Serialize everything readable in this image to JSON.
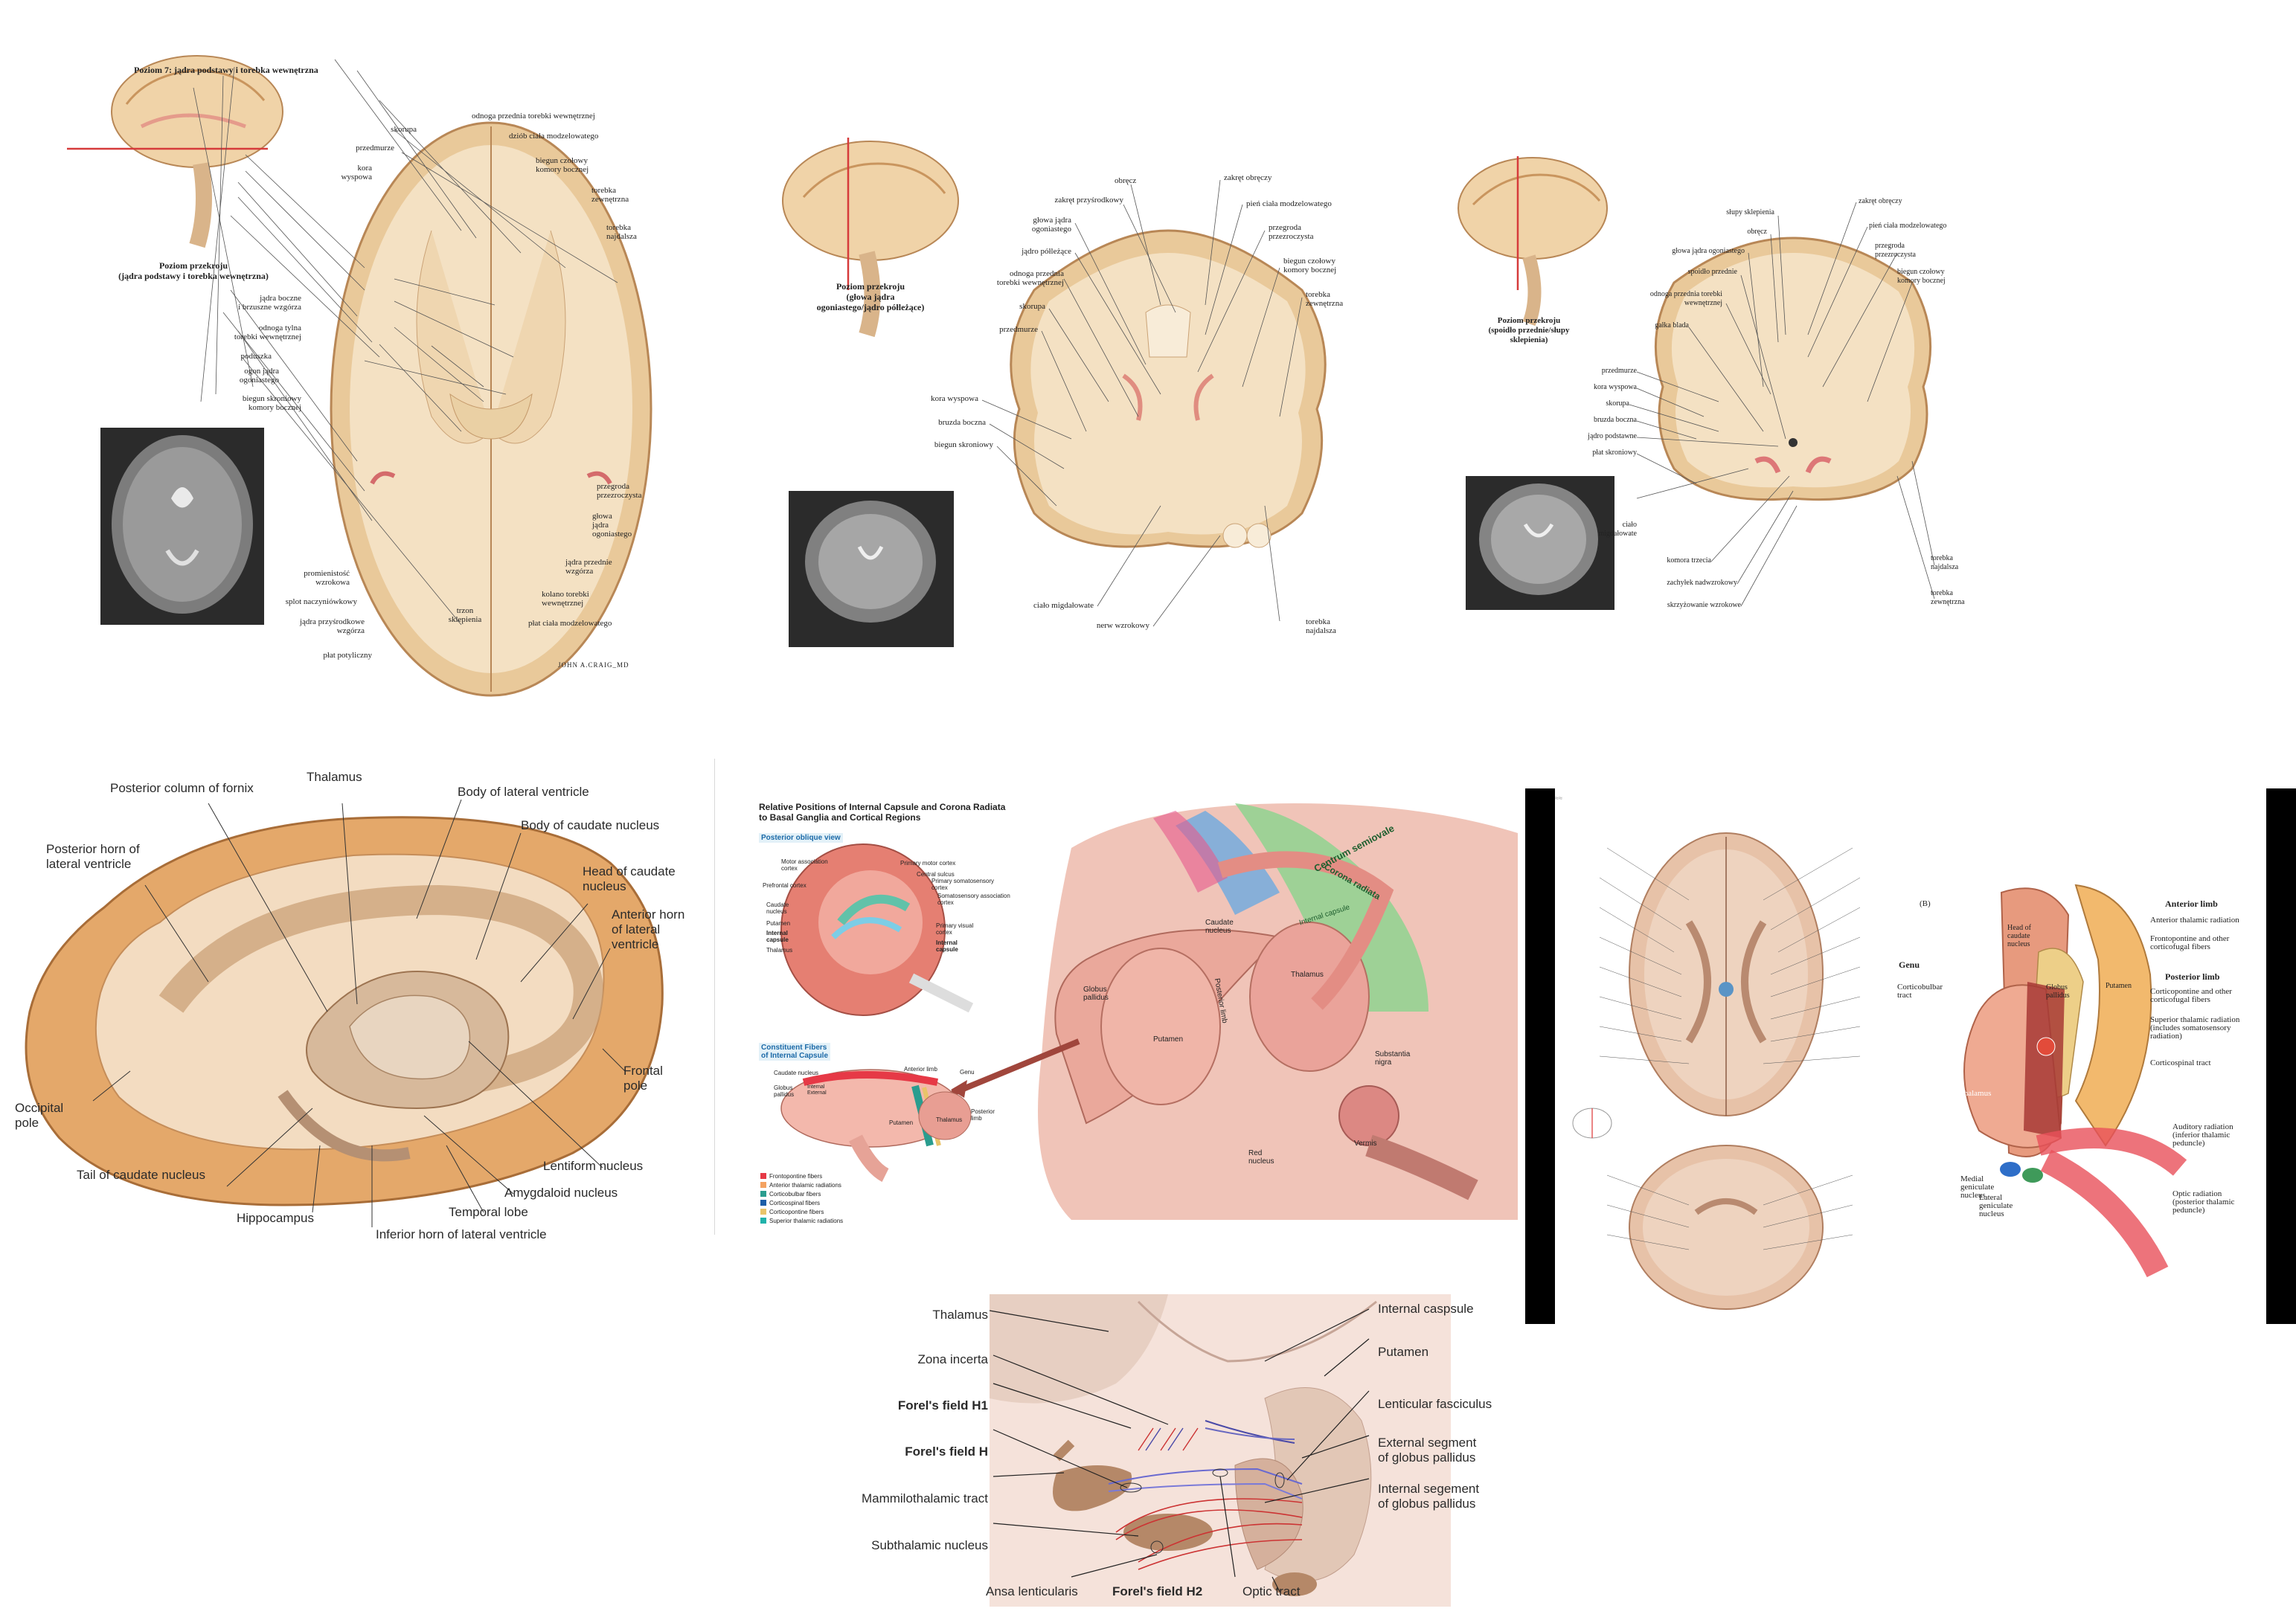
{
  "panel1": {
    "title": "Poziom 7: jądra podstawy i torebka wewnętrzna",
    "caption": "Poziom przekroju\n(jądra podstawy i torebka wewnętrzna)",
    "signature": "JOHN A.CRAIG_MD",
    "labels": [
      "skorupa",
      "przedmurze",
      "kora\nwyspowa",
      "jądra boczne\ni brzuszne wzgórza",
      "odnoga tylna\ntorebki wewnętrznej",
      "poduszka",
      "ogon jądra\nogoniastego",
      "biegun skroniowy\nkomory bocznej",
      "promienistość\nwzrokowa",
      "splot naczyniówkowy",
      "jądra przyśrodkowe\nwzgórza",
      "płat potyliczny",
      "odnoga przednia torebki wewnętrznej",
      "dziób ciała modzelowatego",
      "biegun czołowy\nkomory bocznej",
      "torebka\nzewnętrzna",
      "torebka\nnajdalsza",
      "przegroda\nprzezroczysta",
      "głowa\njądra\nogoniastego",
      "jądra przednie\nwzgórza",
      "kolano torebki\nwewnętrznej",
      "płat ciała modzelowatego",
      "trzon\nsklepienia"
    ]
  },
  "panel2": {
    "caption": "Poziom przekroju\n(głowa jądra\nogoniastego/jądro półleżące)",
    "labels": [
      "obręcz",
      "zakręt przyśrodkowy",
      "głowa jądra\nogoniastego",
      "jądro półleżące",
      "odnoga przednia\ntorebki wewnętrznej",
      "skorupa",
      "przedmurze",
      "kora wyspowa",
      "bruzda boczna",
      "biegun skroniowy",
      "ciało migdałowate",
      "nerw wzrokowy",
      "zakręt obręczy",
      "pień ciała modzelowatego",
      "przegroda\nprzezroczysta",
      "biegun czołowy\nkomory bocznej",
      "torebka\nzewnętrzna",
      "torebka\nnajdalsza"
    ]
  },
  "panel3": {
    "caption": "Poziom przekroju\n(spoidło przednie/słupy\nsklepienia)",
    "labels": [
      "słupy sklepienia",
      "obręcz",
      "głowa jądra ogoniastego",
      "spoidło przednie",
      "odnoga przednia torebki\nwewnętrznej",
      "gałka blada",
      "przedmurze",
      "kora wyspowa",
      "skorupa",
      "bruzda boczna",
      "jądro podstawne",
      "płat skroniowy",
      "ciało\nmigdałowate",
      "komora trzecia",
      "zachyłek nadwzrokowy",
      "skrzyżowanie wzrokowe",
      "zakręt obręczy",
      "pień ciała modzelowatego",
      "przegroda\nprzezroczysta",
      "biegun czołowy\nkomory bocznej",
      "torebka\nnajdalsza",
      "torebka\nzewnętrzna"
    ]
  },
  "panel4": {
    "labels": [
      "Posterior column of fornix",
      "Thalamus",
      "Body of lateral ventricle",
      "Body of caudate nucleus",
      "Posterior horn of\nlateral ventricle",
      "Head of caudate\nnucleus",
      "Anterior horn\nof lateral\nventricle",
      "Frontal\npole",
      "Occipital\npole",
      "Tail of caudate nucleus",
      "Lentiform nucleus",
      "Amygdaloid nucleus",
      "Hippocampus",
      "Temporal lobe",
      "Inferior horn of lateral ventricle"
    ]
  },
  "panel5": {
    "title": "Relative Positions of Internal Capsule and Corona Radiata\nto Basal Ganglia and Cortical Regions",
    "subtitle1": "Posterior oblique view",
    "subtitle2": "Constituent Fibers\nof Internal Capsule",
    "small_labels": [
      "Motor association\ncortex",
      "Primary motor cortex",
      "Central sulcus",
      "Prefrontal cortex",
      "Primary somatosensory\ncortex",
      "Somatosensory association\ncortex",
      "Caudate\nnucleus",
      "Putamen",
      "Internal\ncapsule",
      "Thalamus",
      "Primary visual\ncortex",
      "Internal\ncapsule",
      "Caudate nucleus",
      "Anterior limb",
      "Genu",
      "Globus\npallidus",
      "Internal\nExternal",
      "Posterior\nlimb",
      "Putamen",
      "Thalamus"
    ],
    "legend": [
      {
        "label": "Frontopontine fibers",
        "color": "#e63946"
      },
      {
        "label": "Anterior thalamic radiations",
        "color": "#f4a261"
      },
      {
        "label": "Corticobulbar fibers",
        "color": "#2a9d8f"
      },
      {
        "label": "Corticospinal fibers",
        "color": "#1d5fa8"
      },
      {
        "label": "Corticopontine fibers",
        "color": "#e9c46a"
      },
      {
        "label": "Superior thalamic radiations",
        "color": "#20b2aa"
      }
    ],
    "big_labels": [
      "Centrum semiovale",
      "Corona radiata",
      "Caudate\nnucleus",
      "Internal capsule",
      "Globus\npallidus",
      "Putamen",
      "Posterior limb",
      "Thalamus",
      "Substantia\nnigra",
      "Red\nnucleus",
      "Vermis"
    ]
  },
  "panel6": {
    "tag": "(B)",
    "right_labels": [
      "Anterior limb",
      "Anterior thalamic radiation",
      "Frontopontine and other\ncorticofugal fibers",
      "Posterior limb",
      "Corticopontine and other\ncorticofugal fibers",
      "Superior thalamic radiation\n(includes somatosensory\nradiation)",
      "Corticospinal tract",
      "Auditory radiation\n(inferior thalamic\npeduncle)",
      "Optic radiation\n(posterior thalamic\npeduncle)"
    ],
    "left_labels": [
      "Genu",
      "Corticobulbar\ntract",
      "Thalamus",
      "Medial\ngeniculate\nnucleus",
      "Lateral\ngeniculate\nnucleus"
    ],
    "inner_labels": [
      "Head of\ncaudate\nnucleus",
      "Globus\npallidus",
      "Putamen"
    ]
  },
  "panel7": {
    "left_labels": [
      "Thalamus",
      "Zona incerta",
      "Forel's field H1",
      "Forel's field H",
      "Mammilothalamic tract",
      "Subthalamic nucleus"
    ],
    "bottom_labels": [
      "Ansa lenticularis",
      "Forel's field H2",
      "Optic tract"
    ],
    "right_labels": [
      "Internal caspsule",
      "Putamen",
      "Lenticular fasciculus",
      "External segment\nof globus pallidus",
      "Internal segement\nof globus pallidus"
    ]
  },
  "colors": {
    "brain": "#f2d7b0",
    "cortex": "#e8c08e",
    "outline": "#b98a5c",
    "pink": "#e8a99a",
    "red": "#c0392b"
  }
}
